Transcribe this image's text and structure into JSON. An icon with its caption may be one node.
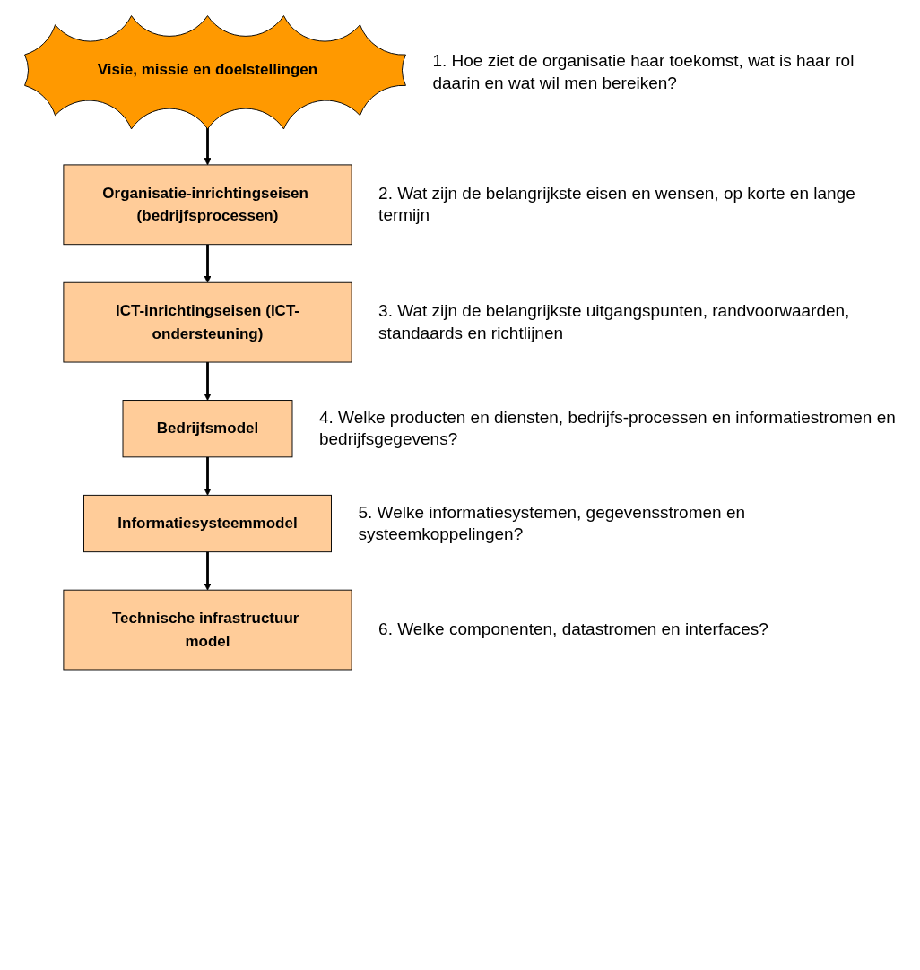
{
  "diagram": {
    "nodes": [
      {
        "text": [
          "Visie, missie en doelstellingen"
        ],
        "beside": [
          "1. Hoe ziet de organisatie haar toekomst, wat is haar rol daarin en wat wil men bereiken?"
        ]
      },
      {
        "text": [
          "Organisatie-inrichtingseisen (bedrijfsprocessen)"
        ],
        "beside": [
          "2. Wat zijn de belangrijkste eisen en wensen, op korte en lange termijn"
        ]
      },
      {
        "text": [
          "ICT-inrichtingseisen (ICT-ondersteuning)"
        ],
        "beside": [
          "3. Wat zijn de belangrijkste uitgangspunten, randvoorwaarden, standaards en richtlijnen"
        ]
      },
      {
        "text": [
          "Bedrijfsmodel"
        ],
        "beside": [
          "4. Welke producten en diensten, bedrijfs-processen en informatiestromen en bedrijfsgegevens?"
        ]
      },
      {
        "text": [
          "Informatiesysteemmodel"
        ],
        "beside": [
          "5. Welke informatiesystemen, gegevensstromen en systeemkoppelingen?"
        ]
      },
      {
        "text": [
          "Technische infrastructuur model"
        ],
        "beside": [
          "6. Welke componenten, datastromen en interfaces?"
        ]
      }
    ],
    "edges": [
      {
        "from": 0,
        "to": 1,
        "arrow": "to"
      },
      {
        "from": 1,
        "to": 2,
        "arrow": "to"
      },
      {
        "from": 2,
        "to": 3,
        "arrow": "to"
      },
      {
        "from": 3,
        "to": 4,
        "arrow": "to"
      },
      {
        "from": 4,
        "to": 5,
        "arrow": "to"
      }
    ]
  }
}
